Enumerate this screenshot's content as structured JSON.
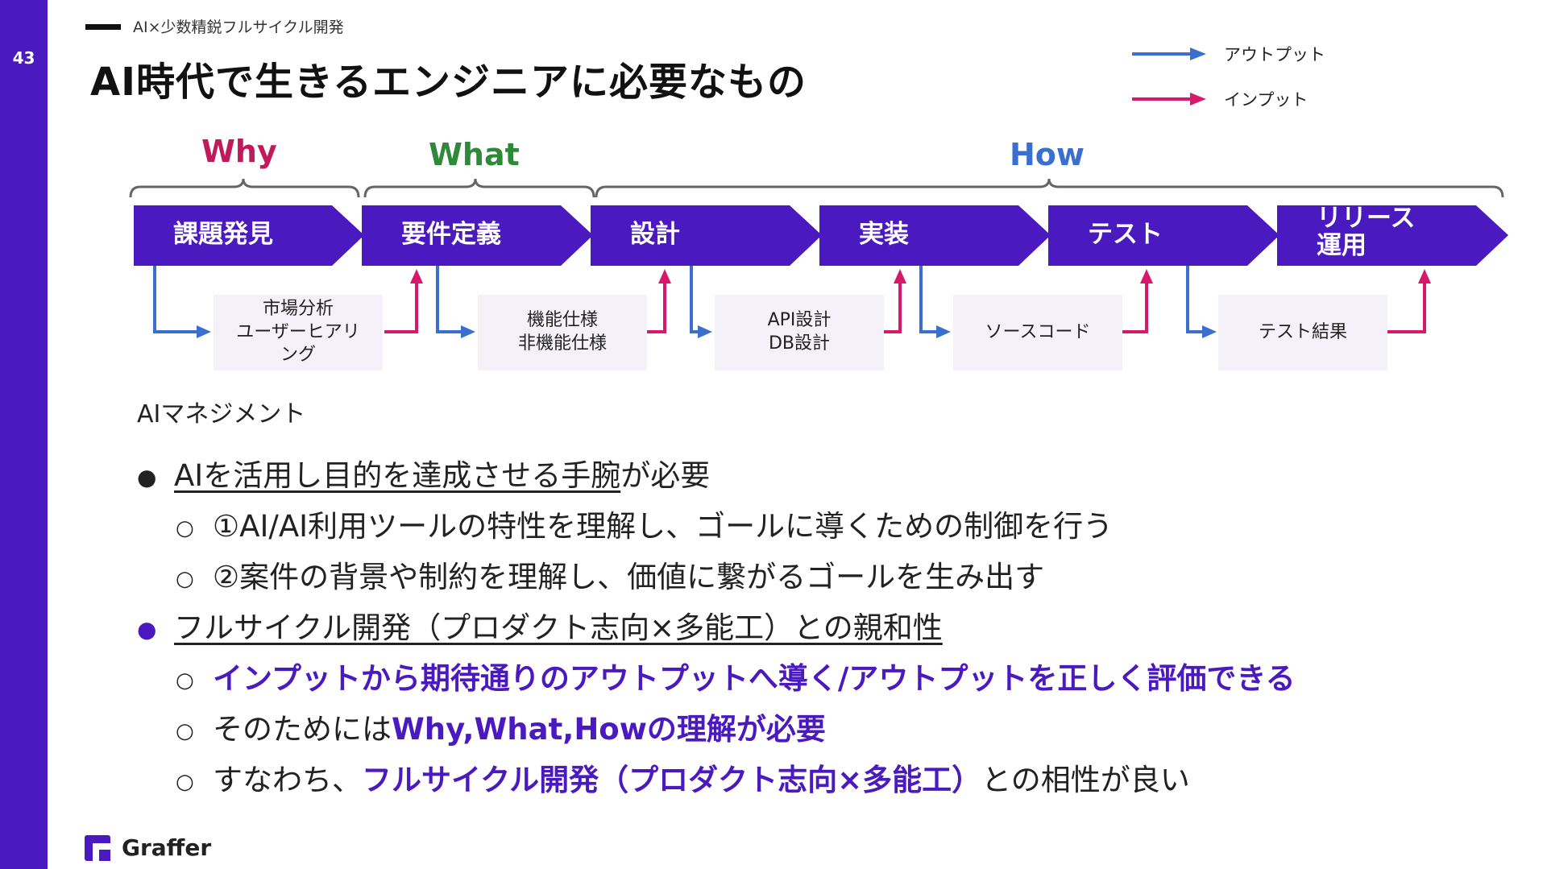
{
  "page_number": "43",
  "breadcrumb": "AI×少数精鋭フルサイクル開発",
  "title": "AI時代で生きるエンジニアに必要なもの",
  "legend": {
    "output_label": "アウトプット",
    "input_label": "インプット",
    "output_color": "#3b6fcf",
    "input_color": "#d6196b"
  },
  "phases": {
    "why": "Why",
    "what": "What",
    "how": "How",
    "why_color": "#c0195c",
    "what_color": "#2e8a38",
    "how_color": "#3b6fcf"
  },
  "steps": [
    "課題発見",
    "要件定義",
    "設計",
    "実装",
    "テスト"
  ],
  "last_step": {
    "line1": "リリース",
    "line2": "運用"
  },
  "step_color": "#4a19c0",
  "artifacts": [
    {
      "line1": "市場分析",
      "line2": "ユーザーヒアリ",
      "line3": "ング"
    },
    {
      "line1": "機能仕様",
      "line2": "非機能仕様"
    },
    {
      "line1": "API設計",
      "line2": "DB設計"
    },
    {
      "line1": "ソースコード"
    },
    {
      "line1": "テスト結果"
    }
  ],
  "section_label": "AIマネジメント",
  "bullets": {
    "b1": {
      "underlined": "AIを活用し目的を達成させる手腕",
      "rest": "が必要"
    },
    "b1_1": "①AI/AI利用ツールの特性を理解し、ゴールに導くための制御を行う",
    "b1_2": "②案件の背景や制約を理解し、価値に繋がるゴールを生み出す",
    "b2": "フルサイクル開発（プロダクト志向×多能工）との親和性",
    "b2_1": "インプットから期待通りのアウトプットへ導く/アウトプットを正しく評価できる",
    "b2_2": {
      "plain": "そのためには",
      "accent": "Why,What,Howの理解が必要"
    },
    "b2_3": {
      "plain": "すなわち、",
      "accent": "フルサイクル開発（プロダクト志向×多能工）",
      "tail": "との相性が良い"
    }
  },
  "markers": {
    "filled": "●",
    "hollow": "○"
  },
  "logo_text": "Graffer"
}
